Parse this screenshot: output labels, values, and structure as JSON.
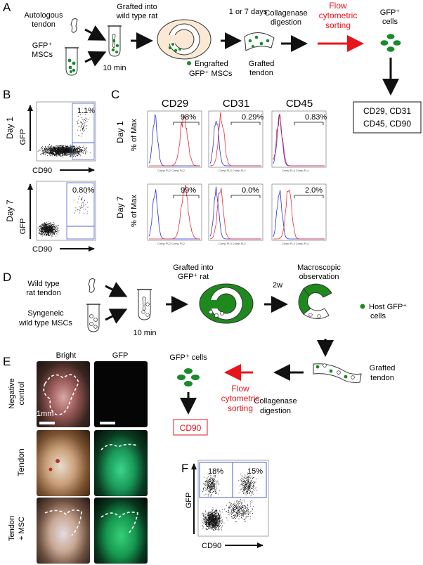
{
  "panels": {
    "A": "A",
    "B": "B",
    "C": "C",
    "D": "D",
    "E": "E",
    "F": "F"
  },
  "panel_a": {
    "autologous_tendon_1": "Autologous",
    "autologous_tendon_2": "tendon",
    "gfp_mscs_1": "GFP⁺",
    "gfp_mscs_2": "MSCs",
    "grafted_into_1": "Grafted into",
    "grafted_into_2": "wild type rat",
    "ten_min": "10 min",
    "days": "1 or 7 days",
    "engrafted_1": "Engrafted",
    "engrafted_2": "GFP⁺ MSCs",
    "grafted_tendon_1": "Grafted",
    "grafted_tendon_2": "tendon",
    "collagenase_1": "Collagenase",
    "collagenase_2": "digestion",
    "flow_1": "Flow",
    "flow_2": "cytometric",
    "flow_3": "sorting",
    "gfp_cells_1": "GFP⁺",
    "gfp_cells_2": "cells",
    "markers_1": "CD29, CD31",
    "markers_2": "CD45, CD90",
    "flow_color": "#e8141c",
    "cell_color": "#1a8a2e"
  },
  "panel_b": {
    "day1_label": "Day 1",
    "day7_label": "Day 7",
    "y_label": "GFP",
    "x_label": "CD90",
    "day1_pct": "1.1%",
    "day7_pct": "0.80%"
  },
  "panel_c": {
    "markers": [
      "CD29",
      "CD31",
      "CD45"
    ],
    "row_labels": [
      "Day 1",
      "Day 7"
    ],
    "y_label": "% of Max",
    "axis_labels": [
      "Comp PL2 Comp PL2",
      "Comp FL3 Comp FL3",
      "Comp FL4 Comp FL4"
    ],
    "percentages": [
      [
        "98%",
        "0.29%",
        "0.83%"
      ],
      [
        "99%",
        "0.0%",
        "2.0%"
      ]
    ],
    "control_color": "#2d2dd8",
    "stain_color": "#e0303a"
  },
  "panel_d": {
    "wt_tendon_1": "Wild type",
    "wt_tendon_2": "rat tendon",
    "syngeneic_1": "Syngeneic",
    "syngeneic_2": "wild type MSCs",
    "grafted_into_1": "Grafted into",
    "grafted_into_2": "GFP⁺ rat",
    "ten_min": "10 min",
    "two_weeks": "2w",
    "macroscopic_1": "Macroscopic",
    "macroscopic_2": "observation",
    "host_1": "Host GFP⁺",
    "host_2": "cells",
    "grafted_tendon_1": "Grafted",
    "grafted_tendon_2": "tendon",
    "collagenase_1": "Collagenase",
    "collagenase_2": "digestion",
    "flow_1": "Flow",
    "flow_2": "cytometric",
    "flow_3": "sorting",
    "gfp_cells": "GFP⁺ cells",
    "marker": "CD90",
    "host_green": "#1e8a1e"
  },
  "panel_e": {
    "col_bright": "Bright",
    "col_gfp": "GFP",
    "row_negative_1": "Negative",
    "row_negative_2": "control",
    "row_tendon": "Tendon",
    "row_tendon_msc_1": "Tendon",
    "row_tendon_msc_2": "+ MSC",
    "scale_label": "1mm"
  },
  "panel_f": {
    "y_label": "GFP",
    "x_label": "CD90",
    "left_gate_pct": "18%",
    "right_gate_pct": "15%"
  }
}
